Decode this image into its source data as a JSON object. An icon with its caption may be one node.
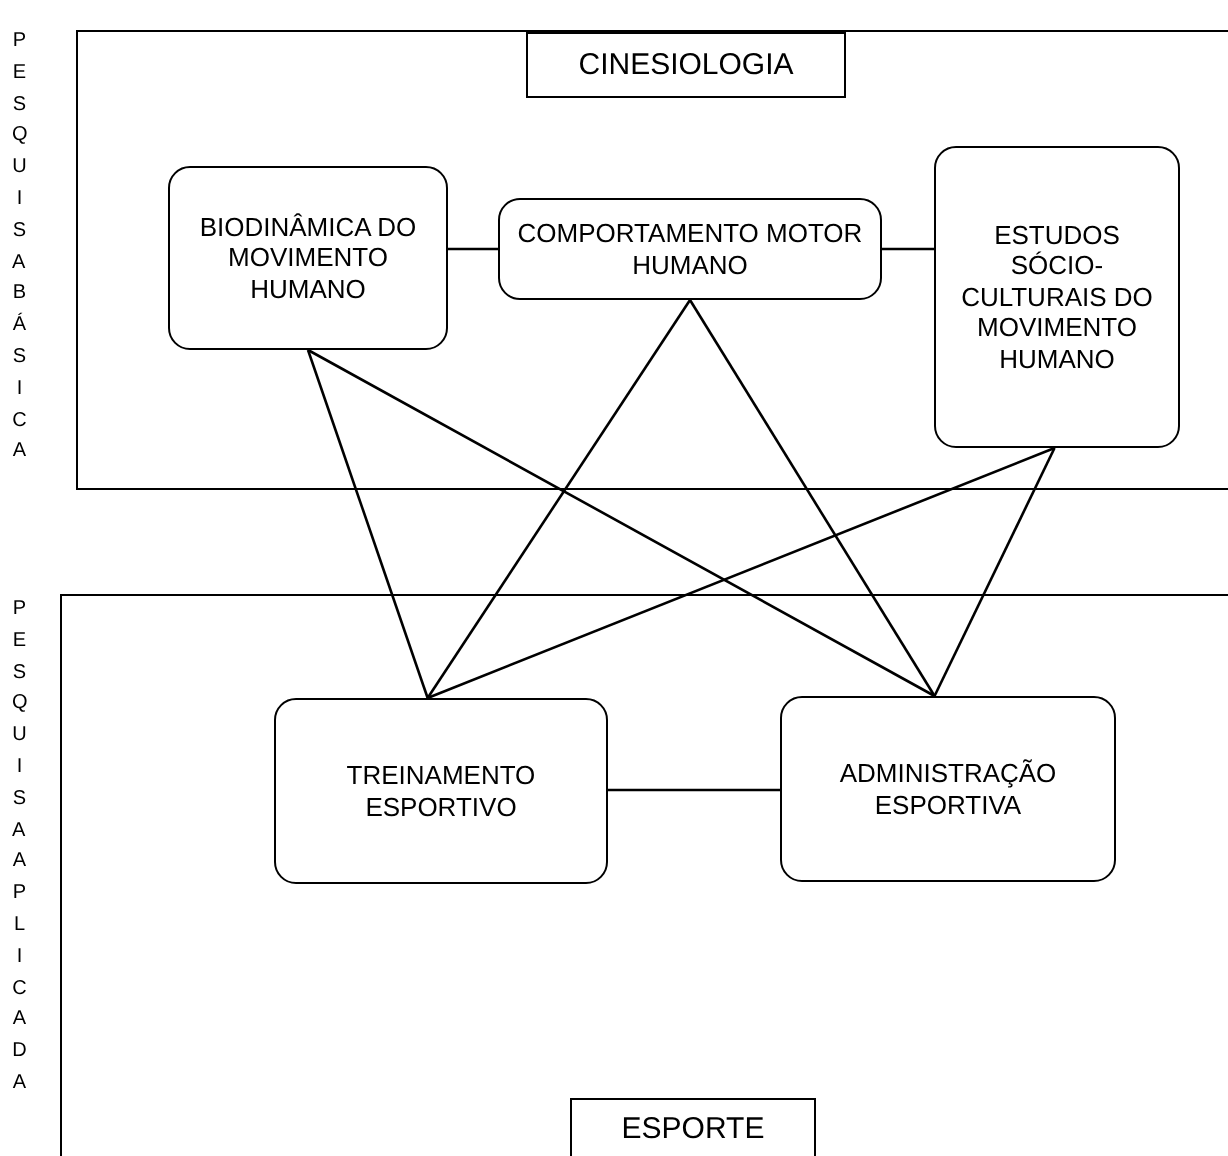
{
  "diagram": {
    "nodes": [
      {
        "text": [
          "CINESIOLOGIA"
        ]
      },
      {
        "text": [
          "BIODINÂMICA DO MOVIMENTO HUMANO"
        ],
        "in": 0
      },
      {
        "text": [
          "COMPORTAMENTO MOTOR HUMANO"
        ],
        "in": 0
      },
      {
        "text": [
          "ESTUDOS SÓCIO-CULTURAIS DO MOVIMENTO HUMANO"
        ],
        "in": 0
      },
      {
        "text": [
          "ESPORTE"
        ]
      },
      {
        "text": [
          "TREINAMENTO ESPORTIVO"
        ],
        "in": 4
      },
      {
        "text": [
          "ADMINISTRAÇÃO ESPORTIVA"
        ],
        "in": 4
      }
    ],
    "edges": [
      {
        "from": 1,
        "to": 2,
        "arrow": "none"
      },
      {
        "from": 2,
        "to": 3,
        "arrow": "none"
      },
      {
        "from": 5,
        "to": 6,
        "arrow": "none"
      },
      {
        "from": 1,
        "to": 5,
        "arrow": "none"
      },
      {
        "from": 1,
        "to": 6,
        "arrow": "none"
      },
      {
        "from": 2,
        "to": 5,
        "arrow": "none"
      },
      {
        "from": 2,
        "to": 6,
        "arrow": "none"
      },
      {
        "from": 3,
        "to": 5,
        "arrow": "none"
      },
      {
        "from": 3,
        "to": 6,
        "arrow": "none"
      }
    ],
    "labels": [
      "PESQUISA BÁSICA",
      "PESQUISA APLICADA"
    ]
  }
}
